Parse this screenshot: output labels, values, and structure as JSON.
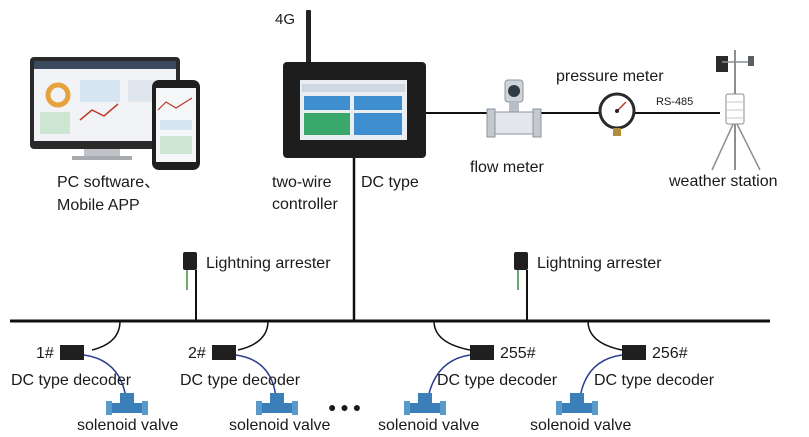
{
  "network": {
    "antenna_label": "4G",
    "controller_label_line1": "two-wire",
    "controller_label_line2": "controller",
    "dc_type_label": "DC type",
    "flow_meter_label": "flow meter",
    "pressure_meter_label": "pressure meter",
    "rs485_label": "RS-485",
    "weather_station_label": "weather station",
    "pc_label_line1": "PC software、",
    "pc_label_line2": "Mobile APP",
    "arrester_label": "Lightning arrester",
    "decoder_label": "DC type decoder",
    "valve_label": "solenoid valve",
    "ellipsis": "● ● ●",
    "decoders": [
      {
        "id": "1#"
      },
      {
        "id": "2#"
      },
      {
        "id": "255#"
      },
      {
        "id": "256#"
      }
    ]
  },
  "colors": {
    "line": "#111111",
    "valve": "#3a7fb8",
    "valve_wire": "#2b3d8f",
    "arrester_wire": "#3b8f3b",
    "screen_green": "#3aa86a",
    "screen_blue": "#3f8fd0"
  }
}
